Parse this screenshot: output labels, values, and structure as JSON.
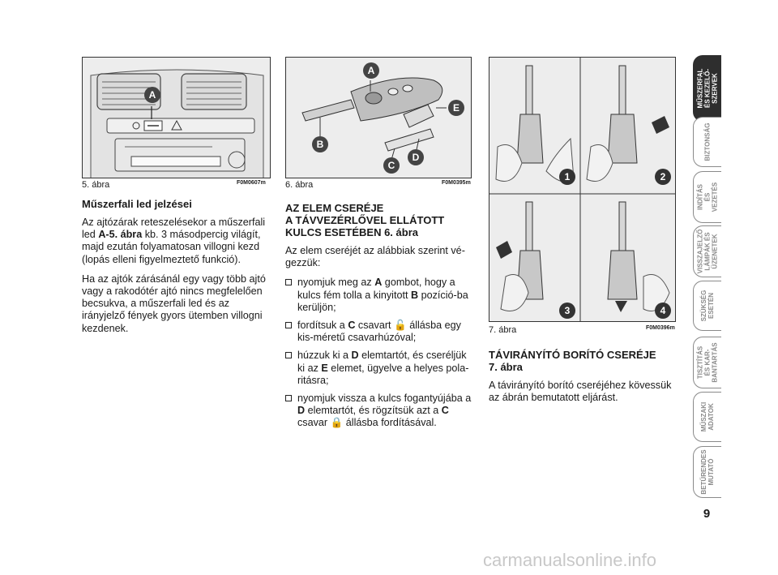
{
  "figures": {
    "fig5": {
      "caption": "5. ábra",
      "code": "F0M0607m",
      "label_a": "A"
    },
    "fig6": {
      "caption": "6. ábra",
      "code": "F0M0395m",
      "labels": [
        "A",
        "B",
        "C",
        "D",
        "E"
      ]
    },
    "fig7": {
      "caption": "7. ábra",
      "code": "F0M0396m",
      "steps": [
        "1",
        "2",
        "3",
        "4"
      ]
    }
  },
  "col1": {
    "heading": "Műszerfali led jelzései",
    "p1_a": "Az ajtózárak reteszelésekor a műszerfali led ",
    "p1_ref": "A-5. ábra",
    "p1_b": " kb. 3 másodpercig világít, majd ezután folyamatosan villogni kezd (lopás elleni figyelmeztető funkció).",
    "p2": "Ha az ajtók zárásánál egy vagy több ajtó vagy a rakodótér ajtó nincs megfelelően becsukva, a műszerfali led és az irányjelző fények gyors ütemben villogni kezdenek."
  },
  "col2": {
    "heading_l1": "AZ ELEM CSERÉJE",
    "heading_l2": "A TÁVVEZÉRLŐVEL ELLÁTOTT",
    "heading_l3": "KULCS ESETÉBEN 6. ábra",
    "intro": "Az elem cseréjét az alábbiak szerint vé-gezzük:",
    "i1_a": "nyomjuk meg az ",
    "i1_k1": "A",
    "i1_b": " gombot, hogy a kulcs fém tolla a kinyitott ",
    "i1_k2": "B",
    "i1_c": " pozíció-ba kerüljön;",
    "i2_a": "fordítsuk a ",
    "i2_k1": "C",
    "i2_b": " csavart ",
    "i2_c": " állásba egy kis-méretű csavarhúzóval;",
    "i3_a": "húzzuk ki a ",
    "i3_k1": "D",
    "i3_b": " elemtartót, és cseréljük ki az ",
    "i3_k2": "E",
    "i3_c": " elemet, ügyelve a helyes pola-ritásra;",
    "i4_a": "nyomjuk vissza a kulcs fogantyújába a ",
    "i4_k1": "D",
    "i4_b": " elemtartót, és rögzítsük azt a ",
    "i4_k2": "C",
    "i4_c": " csavar ",
    "i4_d": " állásba fordításával."
  },
  "col3": {
    "heading_l1": "TÁVIRÁNYÍTÓ BORÍTÓ CSERÉJE",
    "heading_l2": "7. ábra",
    "p1": "A távirányító borító cseréjéhez kövessük az ábrán bemutatott eljárást."
  },
  "sidebar": {
    "tabs": [
      {
        "label": "MŰSZERFAL\nÉS KEZELŐ-\nSZERVEK",
        "active": true
      },
      {
        "label": "BIZTONSÁG",
        "active": false
      },
      {
        "label": "INDÍTÁS\nÉS VEZETÉS",
        "active": false
      },
      {
        "label": "VISSZAJELZŐ\nLÁMPÁK ÉS\nÜZENETEK",
        "active": false
      },
      {
        "label": "SZÜKSÉG\nESETÉN",
        "active": false
      },
      {
        "label": "TISZTÍTÁS\nÉS KAR-\nBANTARTÁS",
        "active": false
      },
      {
        "label": "MŰSZAKI\nADATOK",
        "active": false
      },
      {
        "label": "BETŰRENDES\nMUTATÓ",
        "active": false
      }
    ]
  },
  "page_number": "9",
  "watermark": "carmanualsonline.info"
}
